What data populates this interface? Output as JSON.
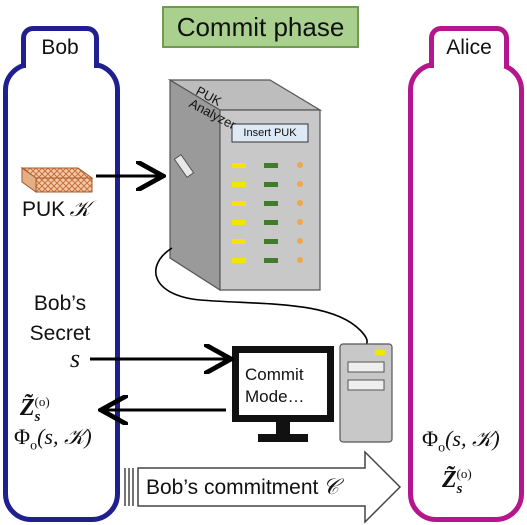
{
  "title": "Commit phase",
  "bob": {
    "tab_label": "Bob",
    "puk_label": "PUK",
    "puk_symbol": "𝒦",
    "secret_line1": "Bob’s",
    "secret_line2": "Secret",
    "secret_symbol": "s",
    "z_main": "Z̃",
    "z_sub": "s",
    "z_sup": "(o)",
    "phi_expr": "Φ",
    "phi_sub": "o",
    "phi_args": "(s, 𝒦)"
  },
  "alice": {
    "tab_label": "Alice",
    "phi_expr": "Φ",
    "phi_sub": "o",
    "phi_args": "(s, 𝒦)",
    "z_main": "Z̃",
    "z_sub": "s",
    "z_sup": "(o)"
  },
  "analyzer": {
    "label_line1": "PUK",
    "label_line2": "Analyzer",
    "slot_label": "Insert PUK"
  },
  "monitor": {
    "line1": "Commit",
    "line2": "Mode…"
  },
  "commitment": {
    "label": "Bob’s commitment",
    "symbol": "𝒞"
  },
  "colors": {
    "bob": "#1f1f8f",
    "alice": "#b5168c",
    "phase_bg": "#a9d08e",
    "device_gray": "#c8c8c8",
    "led_yellow": "#f5e400",
    "led_green": "#3f7d2a",
    "led_orange": "#f0a64a"
  }
}
